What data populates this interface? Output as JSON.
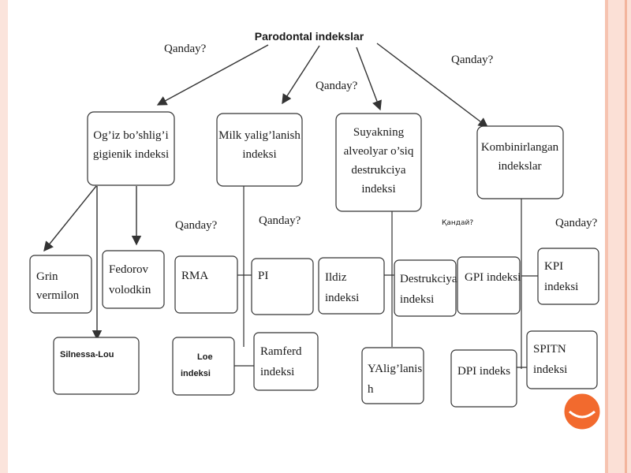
{
  "title": "Parodontal indekslar",
  "question_label": "Qanday?",
  "question_label_cyrillic": "Қандай?",
  "categories": [
    {
      "id": "hygiene",
      "lines": [
        "Og’iz bo’shlig’i",
        "gigienik indeksi"
      ]
    },
    {
      "id": "gingival",
      "lines": [
        "Milk yalig’lanish",
        "indeksi"
      ]
    },
    {
      "id": "bone",
      "lines": [
        "Suyakning",
        "alveolyar o’siq",
        "destrukciya",
        "indeksi"
      ]
    },
    {
      "id": "combined",
      "lines": [
        "Kombinirlangan",
        "indekslar"
      ]
    }
  ],
  "leaves": {
    "grin": [
      "Grin",
      "vermilon"
    ],
    "fedorov": [
      "Fedorov",
      "volodkin"
    ],
    "silnessa": [
      "Silnessa-Lou"
    ],
    "rma": [
      "RMA"
    ],
    "pi": [
      "PI"
    ],
    "loe": [
      "Loe",
      "indeksi"
    ],
    "ramferd": [
      "Ramferd",
      "indeksi"
    ],
    "ildiz": [
      "Ildiz",
      "indeksi"
    ],
    "destrukciya": [
      "Destrukciya",
      "indeksi"
    ],
    "yaliglanish": [
      "YAlig’lanis",
      "h"
    ],
    "gpi": [
      "GPI indeksi"
    ],
    "kpi": [
      "KPI",
      "indeksi"
    ],
    "dpi": [
      "DPI indeks"
    ],
    "spitn": [
      "SPITN",
      "indeksi"
    ]
  },
  "colors": {
    "accent": "#f26a2e",
    "border": "#f6c3b0",
    "line": "#333333"
  },
  "nav_icon": "orange-circle-button-icon"
}
